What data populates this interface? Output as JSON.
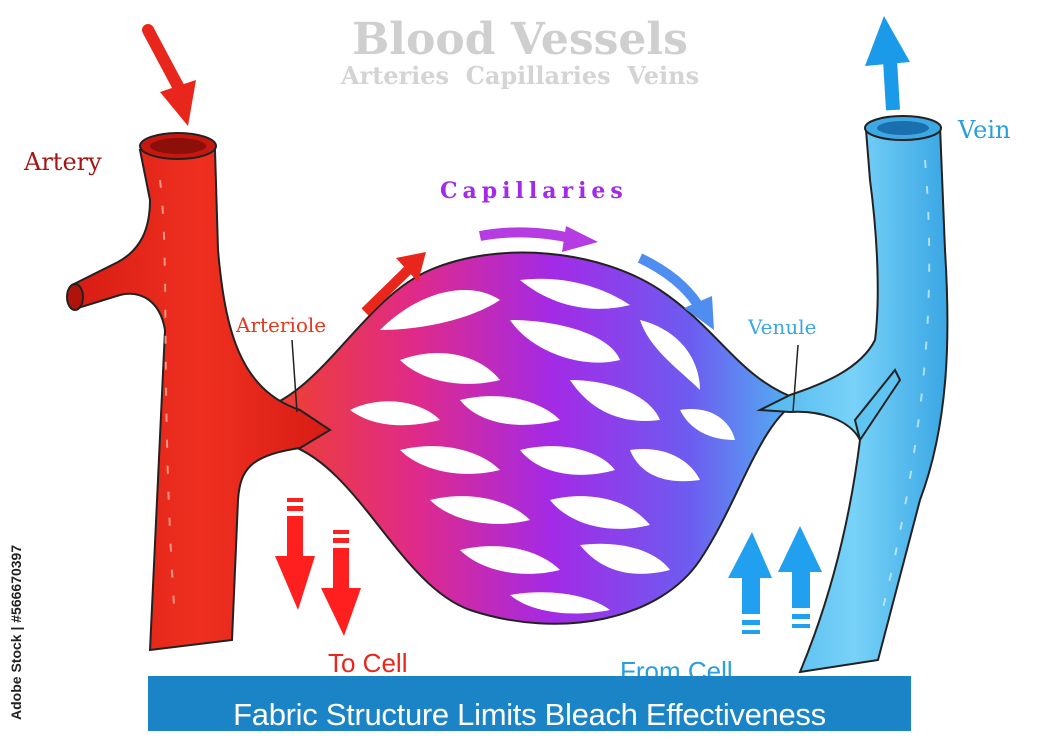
{
  "diagram": {
    "title": "Blood Vessels",
    "subtitle": "Arteries  Capillaries  Veins",
    "labels": {
      "artery": "Artery",
      "arteriole": "Arteriole",
      "capillaries": "Capillaries",
      "venule": "Venule",
      "vein": "Vein",
      "to_cell": "To Cell",
      "from_cell": "From Cell"
    },
    "colors": {
      "artery": "#e8261c",
      "artery_dark": "#a51410",
      "capillary": "#a32ae6",
      "vein": "#5ec4f2",
      "vein_dark": "#1987c9",
      "title_gray": "#cfcfcf"
    }
  },
  "watermark": "Adobe Stock | #566670397",
  "banner": {
    "text": "Fabric Structure Limits Bleach Effectiveness",
    "color": "#1a84c7"
  }
}
